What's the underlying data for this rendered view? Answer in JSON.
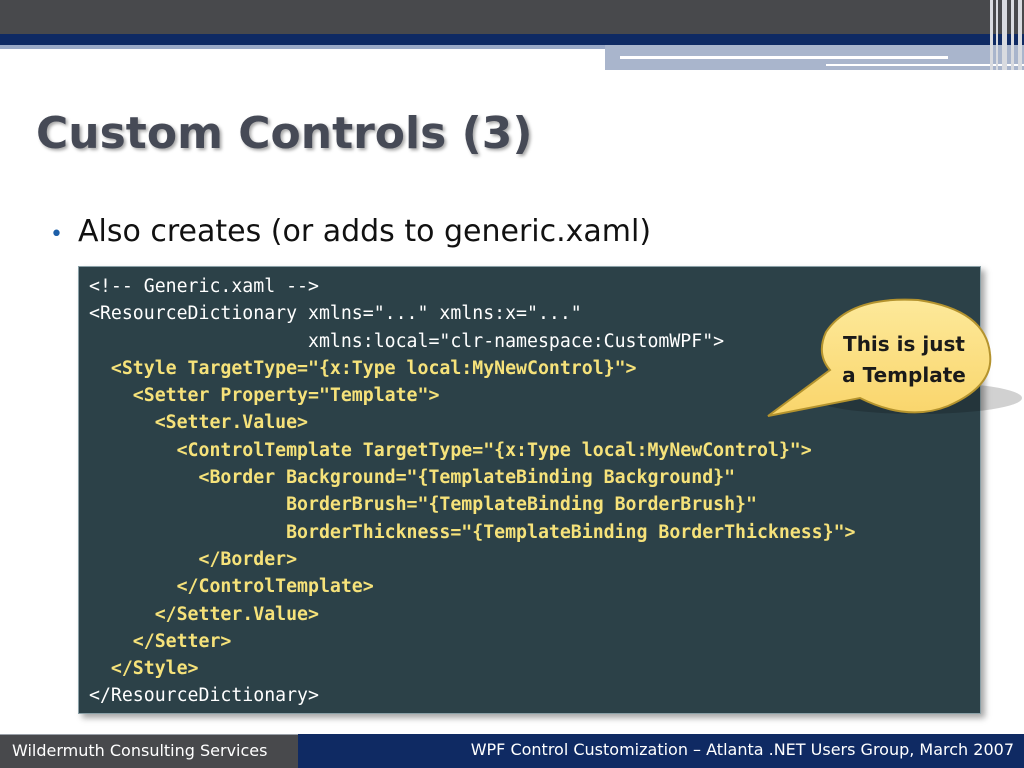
{
  "slide": {
    "title": "Custom Controls (3)",
    "bullet": "Also creates (or adds to generic.xaml)"
  },
  "code": {
    "lines": [
      {
        "text": "<!-- Generic.xaml -->",
        "highlight": false
      },
      {
        "text": "<ResourceDictionary xmlns=\"...\" xmlns:x=\"...\"",
        "highlight": false
      },
      {
        "text": "                    xmlns:local=\"clr-namespace:CustomWPF\">",
        "highlight": false
      },
      {
        "text": "  <Style TargetType=\"{x:Type local:MyNewControl}\">",
        "highlight": true
      },
      {
        "text": "    <Setter Property=\"Template\">",
        "highlight": true
      },
      {
        "text": "      <Setter.Value>",
        "highlight": true
      },
      {
        "text": "        <ControlTemplate TargetType=\"{x:Type local:MyNewControl}\">",
        "highlight": true
      },
      {
        "text": "          <Border Background=\"{TemplateBinding Background}\"",
        "highlight": true
      },
      {
        "text": "                  BorderBrush=\"{TemplateBinding BorderBrush}\"",
        "highlight": true
      },
      {
        "text": "                  BorderThickness=\"{TemplateBinding BorderThickness}\">",
        "highlight": true
      },
      {
        "text": "          </Border>",
        "highlight": true
      },
      {
        "text": "        </ControlTemplate>",
        "highlight": true
      },
      {
        "text": "      </Setter.Value>",
        "highlight": true
      },
      {
        "text": "    </Setter>",
        "highlight": true
      },
      {
        "text": "  </Style>",
        "highlight": true
      },
      {
        "text": "</ResourceDictionary>",
        "highlight": false
      }
    ]
  },
  "callout": {
    "line1": "This is just",
    "line2": "a Template"
  },
  "footer": {
    "left": "Wildermuth Consulting Services",
    "right": "WPF Control Customization – Atlanta .NET Users Group, March 2007"
  },
  "colors": {
    "header_gray": "#48494c",
    "navy": "#0f2a63",
    "code_background": "#2c4148",
    "code_highlight": "#f6e27a",
    "callout_fill": "#fce086",
    "bullet": "#1d5fa8"
  },
  "icons": {
    "bullet": "bullet-dot-icon"
  }
}
